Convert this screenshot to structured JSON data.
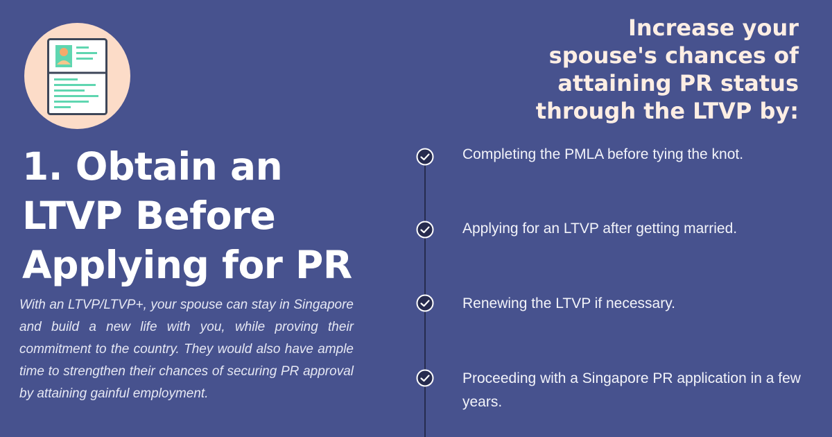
{
  "icons": {
    "id_card": "id-card-icon",
    "check": "checkmark-circle-icon"
  },
  "colors": {
    "background": "#47528e",
    "headline": "#fdeee4",
    "icon_circle": "#fcdcc8",
    "icon_accent": "#5fd6b0"
  },
  "title": {
    "line1": "1. Obtain an",
    "line2": "LTVP Before",
    "line3": "Applying for PR"
  },
  "description": "With an LTVP/LTVP+, your spouse can stay in Singapore and build a new life with you, while proving their commitment to the country. They would also have ample time to strengthen their chances of securing PR approval by attaining gainful employment.",
  "headline": {
    "line1": "Increase your",
    "line2": "spouse's chances of",
    "line3": "attaining PR status",
    "line4": "through the LTVP by:"
  },
  "steps": [
    {
      "text": "Completing the PMLA before tying the knot."
    },
    {
      "text": "Applying for an LTVP after getting married."
    },
    {
      "text": "Renewing the LTVP if necessary."
    },
    {
      "text": "Proceeding with a Singapore PR application in a few years."
    }
  ]
}
